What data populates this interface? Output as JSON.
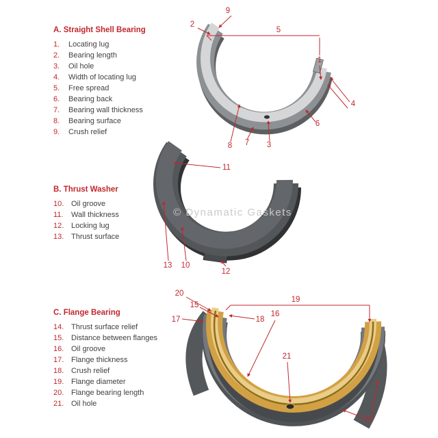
{
  "page": {
    "background": "#ffffff",
    "accent": "#c1272d"
  },
  "watermark": "© Dynamatic Gaskets",
  "sections": [
    {
      "heading": "A. Straight Shell Bearing",
      "items": [
        {
          "num": "1.",
          "label": "Locating lug"
        },
        {
          "num": "2.",
          "label": "Bearing length"
        },
        {
          "num": "3.",
          "label": "Oil hole"
        },
        {
          "num": "4.",
          "label": "Width of locating lug"
        },
        {
          "num": "5.",
          "label": "Free spread"
        },
        {
          "num": "6.",
          "label": "Bearing back"
        },
        {
          "num": "7.",
          "label": "Bearing wall thickness"
        },
        {
          "num": "8.",
          "label": "Bearing surface"
        },
        {
          "num": "9.",
          "label": "Crush relief"
        }
      ]
    },
    {
      "heading": "B. Thrust Washer",
      "items": [
        {
          "num": "10.",
          "label": "Oil groove"
        },
        {
          "num": "11.",
          "label": "Wall thickness"
        },
        {
          "num": "12.",
          "label": "Locking lug"
        },
        {
          "num": "13.",
          "label": "Thrust surface"
        }
      ]
    },
    {
      "heading": "C. Flange Bearing",
      "items": [
        {
          "num": "14.",
          "label": "Thrust surface relief"
        },
        {
          "num": "15.",
          "label": "Distance between flanges"
        },
        {
          "num": "16.",
          "label": "Oil groove"
        },
        {
          "num": "17.",
          "label": "Flange thickness"
        },
        {
          "num": "18.",
          "label": "Crush relief"
        },
        {
          "num": "19.",
          "label": "Flange diameter"
        },
        {
          "num": "20.",
          "label": "Flange bearing length"
        },
        {
          "num": "21.",
          "label": "Oil hole"
        }
      ]
    }
  ],
  "callouts": {
    "a": [
      "9",
      "2",
      "5",
      "1",
      "4",
      "6",
      "3",
      "7",
      "8"
    ],
    "b": [
      "11",
      "13",
      "10",
      "12"
    ],
    "c": [
      "20",
      "15",
      "17",
      "19",
      "18",
      "16",
      "21",
      "14"
    ]
  }
}
